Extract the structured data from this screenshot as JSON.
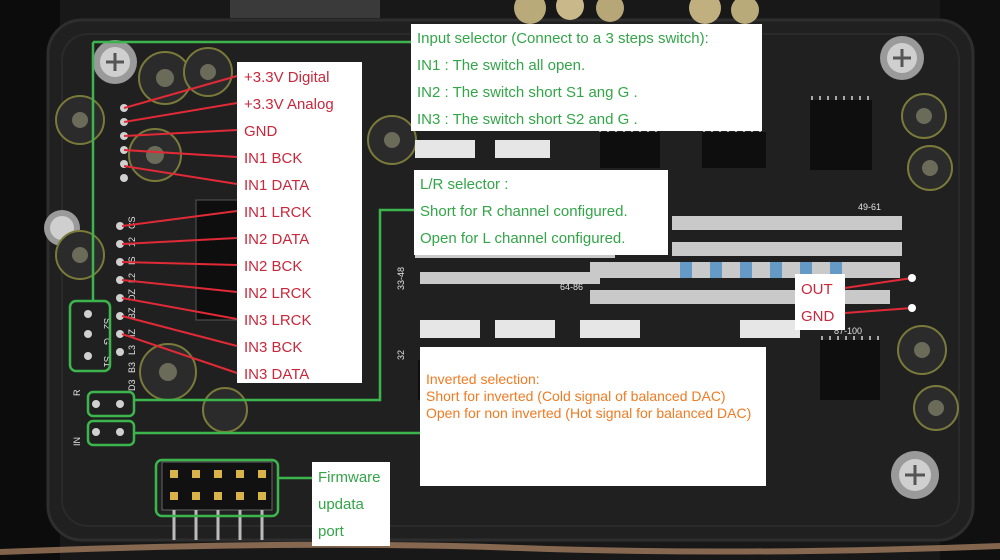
{
  "pin_labels": {
    "items": [
      "+3.3V Digital",
      "+3.3V Analog",
      "GND",
      "IN1 BCK",
      "IN1 DATA",
      "IN1 LRCK",
      "IN2 DATA",
      "IN2 BCK",
      "IN2 LRCK",
      "IN3 LRCK",
      "IN3 BCK",
      "IN3 DATA"
    ]
  },
  "input_selector": {
    "title": "Input selector (Connect to a 3 steps switch):",
    "lines": [
      "IN1 : The switch all open.",
      "IN2 : The switch short S1 ang G .",
      "IN3 : The switch short S2 and G ."
    ]
  },
  "lr_selector": {
    "title": "L/R selector :",
    "lines": [
      "Short for R channel configured.",
      "Open for L channel configured."
    ]
  },
  "output_labels": {
    "out": "OUT",
    "gnd": "GND"
  },
  "inverted_selection": {
    "title": "Inverted selection:",
    "short": "Short for inverted (Cold signal of balanced DAC)",
    "open": "Open for non inverted (Hot signal for balanced DAC)"
  },
  "firmware": {
    "lines": [
      "Firmware",
      "updata",
      "port"
    ]
  },
  "silkscreen": {
    "pin_codes": [
      "CS",
      "12",
      "IS",
      "L2",
      "DZ",
      "BZ",
      "IZ",
      "L3",
      "B3",
      "D3"
    ],
    "selector_pins": [
      "S2",
      "G",
      "S1"
    ],
    "codes": [
      "49-61",
      "33-48",
      "64-86",
      "87-100",
      "32",
      "IN",
      "R"
    ]
  },
  "colors": {
    "green_line": "#3cb64c",
    "red_line": "#e02a36",
    "pcb": "#161616"
  }
}
